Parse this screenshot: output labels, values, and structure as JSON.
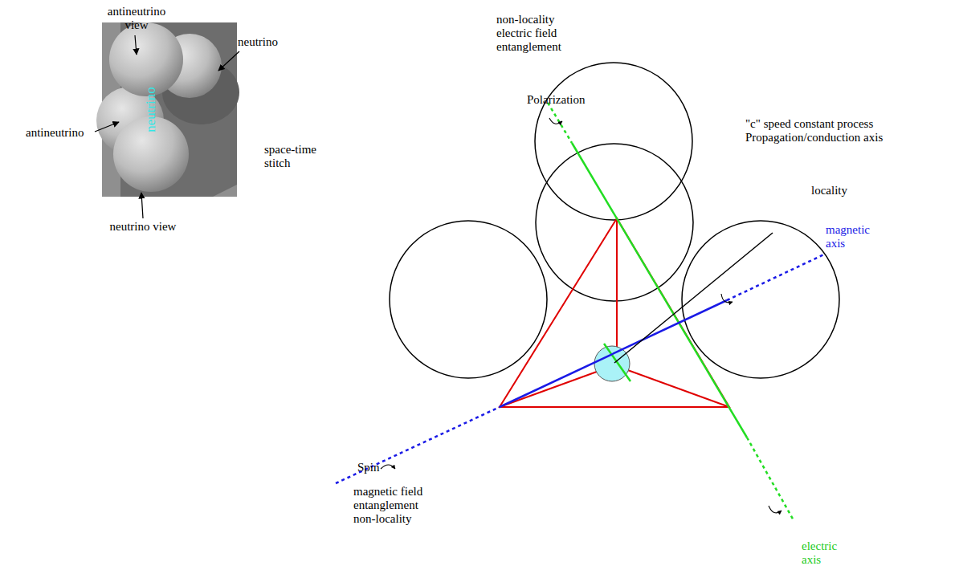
{
  "diagram": {
    "labels": [
      "antineutrino view",
      "neutrino",
      "antineutrino",
      "neutrino",
      "neutrino view",
      "space-time stitch",
      "non-locality electric field entanglement",
      "Polarization",
      "\"c\" speed constant process Propagation/conduction axis",
      "locality",
      "magnetic axis",
      "Spin",
      "magnetic field entanglement non-locality",
      "electric axis"
    ]
  }
}
